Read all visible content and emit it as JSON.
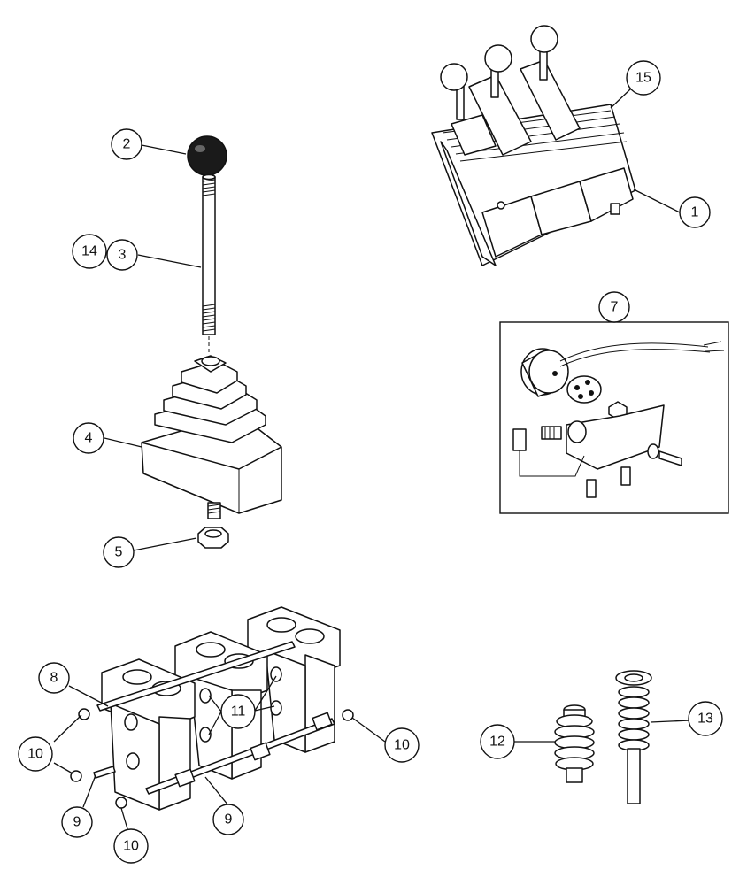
{
  "callouts": [
    {
      "id": "c1",
      "label": "1"
    },
    {
      "id": "c2",
      "label": "2"
    },
    {
      "id": "c3",
      "label": "3"
    },
    {
      "id": "c4",
      "label": "4"
    },
    {
      "id": "c5",
      "label": "5"
    },
    {
      "id": "c7",
      "label": "7"
    },
    {
      "id": "c8",
      "label": "8"
    },
    {
      "id": "c9a",
      "label": "9"
    },
    {
      "id": "c9b",
      "label": "9"
    },
    {
      "id": "c10a",
      "label": "10"
    },
    {
      "id": "c10b",
      "label": "10"
    },
    {
      "id": "c10c",
      "label": "10"
    },
    {
      "id": "c11",
      "label": "11"
    },
    {
      "id": "c12",
      "label": "12"
    },
    {
      "id": "c13",
      "label": "13"
    },
    {
      "id": "c14",
      "label": "14"
    },
    {
      "id": "c15",
      "label": "15"
    }
  ]
}
